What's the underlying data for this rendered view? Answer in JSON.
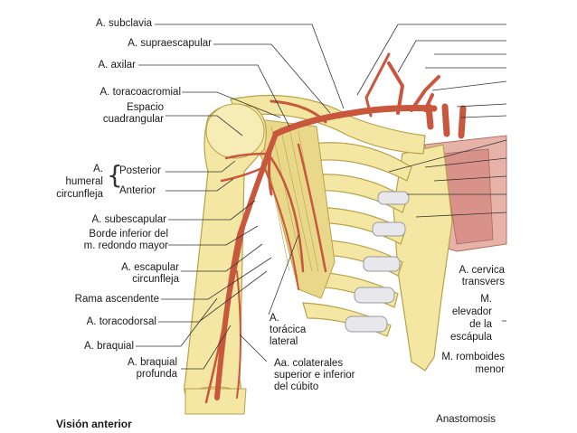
{
  "labels_left": {
    "subclavia": "A. subclavia",
    "supraescapular": "A. supraescapular",
    "axilar": "A. axilar",
    "toracoacromial": "A. toracoacromial",
    "espacio_1": "Espacio",
    "espacio_2": "cuadrangular",
    "humeral_1": "A.",
    "humeral_2": "humeral",
    "humeral_3": "circunfleja",
    "posterior": "Posterior",
    "anterior": "Anterior",
    "subescapular": "A. subescapular",
    "borde_1": "Borde inferior del",
    "borde_2": "m. redondo mayor",
    "escapular_1": "A. escapular",
    "escapular_2": "circunfleja",
    "rama": "Rama ascendente",
    "toracodorsal": "A. toracodorsal",
    "braquial": "A. braquial",
    "braquial_prof_1": "A. braquial",
    "braquial_prof_2": "profunda"
  },
  "labels_center": {
    "toracica_1": "A.",
    "toracica_2": "torácica",
    "toracica_3": "lateral",
    "colaterales_1": "Aa. colaterales",
    "colaterales_2": "superior e inferior",
    "colaterales_3": "del cúbito"
  },
  "labels_right": {
    "cervical_1": "A. cervica",
    "cervical_2": "transvers",
    "elevador_1": "M.",
    "elevador_2": "elevador",
    "elevador_3": "de la",
    "elevador_4": "escápula",
    "romboides_1": "M. romboides",
    "romboides_2": "menor",
    "anastomosis": "Anastomosis"
  },
  "caption": "Visión anterior",
  "colors": {
    "bone": "#f3e7a3",
    "bone_edge": "#b9a24a",
    "artery": "#c8573e",
    "muscle": "#e7b3a8",
    "cartilage": "#e8e8ec"
  }
}
